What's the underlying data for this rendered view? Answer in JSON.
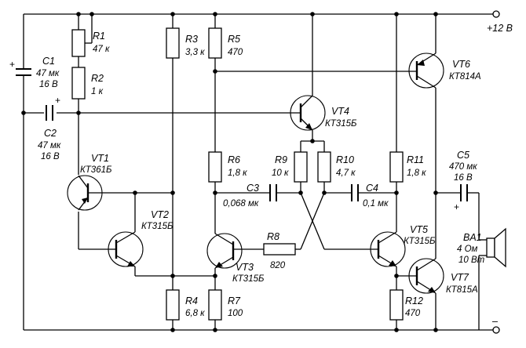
{
  "supply": {
    "plus_label": "+12 В",
    "minus_label": "–"
  },
  "components": {
    "R1": {
      "ref": "R1",
      "value": "47 к"
    },
    "R2": {
      "ref": "R2",
      "value": "1 к"
    },
    "R3": {
      "ref": "R3",
      "value": "3,3 к"
    },
    "R4": {
      "ref": "R4",
      "value": "6,8 к"
    },
    "R5": {
      "ref": "R5",
      "value": "470"
    },
    "R6": {
      "ref": "R6",
      "value": "1,8 к"
    },
    "R7": {
      "ref": "R7",
      "value": "100"
    },
    "R8": {
      "ref": "R8",
      "value": "820"
    },
    "R9": {
      "ref": "R9",
      "value": "10 к"
    },
    "R10": {
      "ref": "R10",
      "value": "4,7 к"
    },
    "R11": {
      "ref": "R11",
      "value": "1,8 к"
    },
    "R12": {
      "ref": "R12",
      "value": "470"
    },
    "C1": {
      "ref": "C1",
      "value": "47 мк",
      "voltage": "16 В"
    },
    "C2": {
      "ref": "C2",
      "value": "47 мк",
      "voltage": "16 В"
    },
    "C3": {
      "ref": "C3",
      "value": "0,068 мк"
    },
    "C4": {
      "ref": "C4",
      "value": "0,1 мк"
    },
    "C5": {
      "ref": "C5",
      "value": "470 мк",
      "voltage": "16 В"
    },
    "VT1": {
      "ref": "VT1",
      "type": "КТ361Б"
    },
    "VT2": {
      "ref": "VT2",
      "type": "КТ315Б"
    },
    "VT3": {
      "ref": "VT3",
      "type": "КТ315Б"
    },
    "VT4": {
      "ref": "VT4",
      "type": "КТ315Б"
    },
    "VT5": {
      "ref": "VT5",
      "type": "КТ315Б"
    },
    "VT6": {
      "ref": "VT6",
      "type": "КТ814А"
    },
    "VT7": {
      "ref": "VT7",
      "type": "КТ815А"
    },
    "BA1": {
      "ref": "BA1",
      "impedance": "4 Ом",
      "power": "10 Вт"
    }
  },
  "polarity": {
    "plus": "+"
  }
}
